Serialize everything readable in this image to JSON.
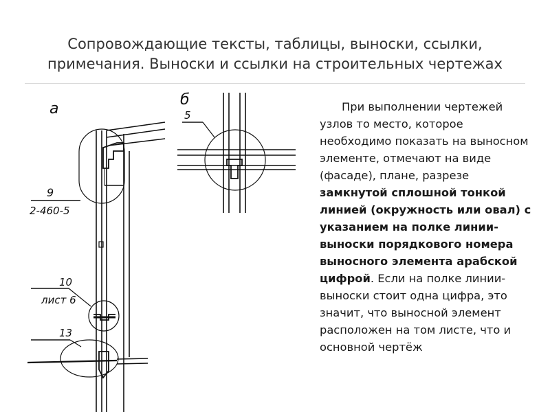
{
  "title": {
    "line1": "Сопровождающие тексты, таблицы, выноски, ссылки,",
    "line2": "примечания. Выноски и ссылки на строительных чертежах"
  },
  "drawing": {
    "fig_a": "а",
    "fig_b": "б",
    "callout_9": "9",
    "ref_9": "2-460-5",
    "callout_10": "10",
    "ref_10": "лист 6",
    "callout_13": "13",
    "callout_5": "5"
  },
  "body": {
    "part1": "При выполнении чертежей узлов то место, которое необходимо показать на выносном элементе, отмечают на виде (фасаде), плане, разрезе ",
    "bold": "замкнутой сплошной тонкой линией (окружность или овал) с указанием на полке линии-выноски порядкового номера выносного элемента арабской цифрой",
    "part2": ". Если на полке линии-выноски стоит одна цифра, это значит, что выносной элемент расположен на том листе, что и основной чертёж"
  }
}
